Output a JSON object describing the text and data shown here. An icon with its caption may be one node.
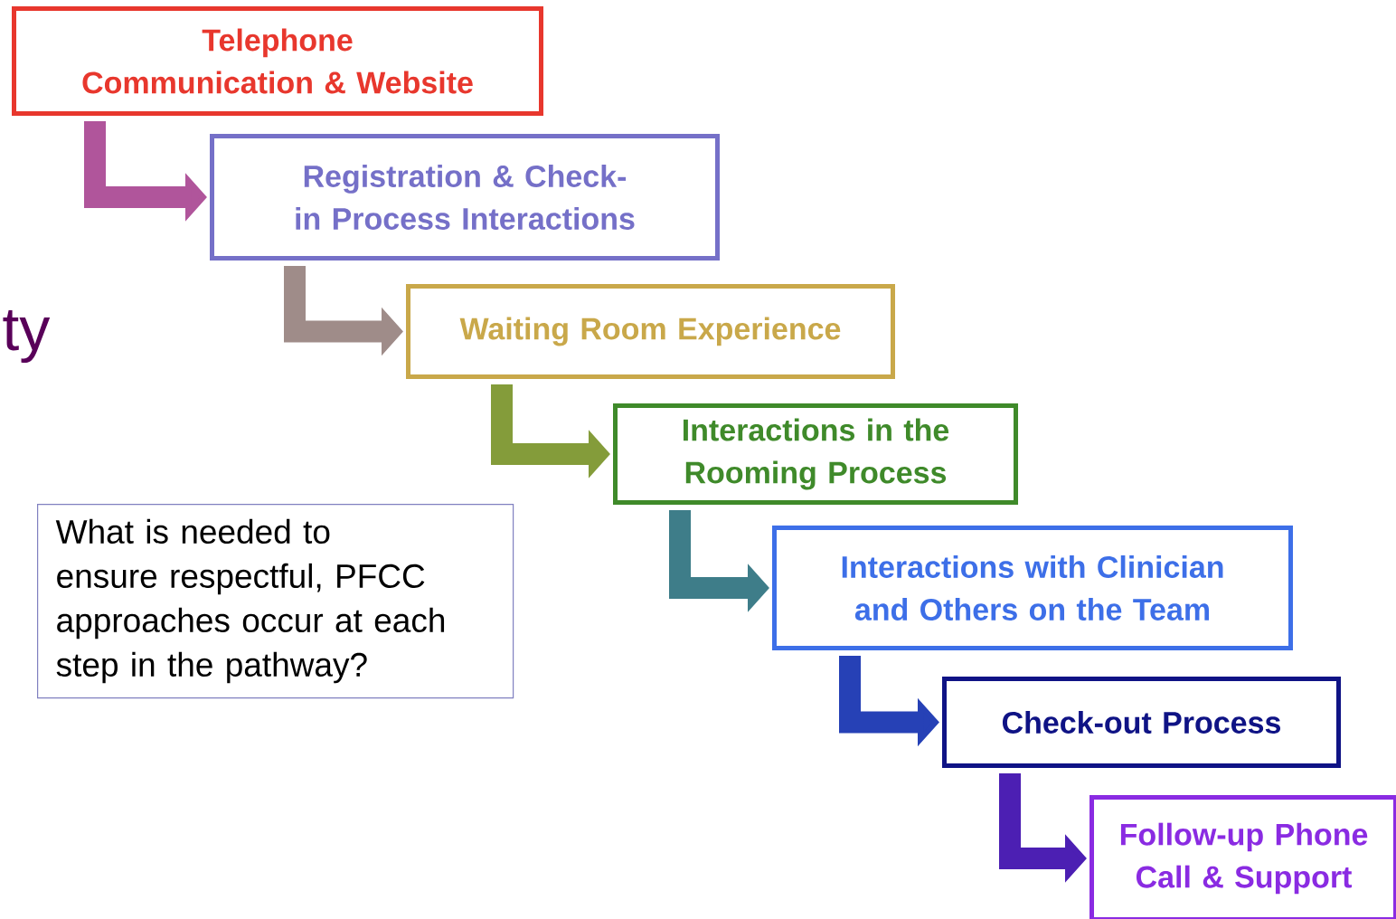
{
  "diagram": {
    "nodes": [
      {
        "text": [
          "Telephone Communication & Website"
        ]
      },
      {
        "text": [
          "Registration & Check-in Process Interactions"
        ]
      },
      {
        "text": [
          "Waiting Room Experience"
        ]
      },
      {
        "text": [
          "Interactions in the Rooming Process"
        ]
      },
      {
        "text": [
          "Interactions with Clinician and Others on the Team"
        ]
      },
      {
        "text": [
          "Check-out Process"
        ]
      },
      {
        "text": [
          "Follow-up Phone Call & Support"
        ]
      },
      {
        "text": [
          "What is needed to ensure respectful, PFCC approaches occur at each step in the pathway?"
        ]
      }
    ],
    "edges": [
      {
        "from": 0,
        "to": 1,
        "arrow": "to",
        "color": "#b0559b"
      },
      {
        "from": 1,
        "to": 2,
        "arrow": "to",
        "color": "#9f8c89"
      },
      {
        "from": 2,
        "to": 3,
        "arrow": "to",
        "color": "#849c3a"
      },
      {
        "from": 3,
        "to": 4,
        "arrow": "to",
        "color": "#3e7d89"
      },
      {
        "from": 4,
        "to": 5,
        "arrow": "to",
        "color": "#2641b6"
      },
      {
        "from": 5,
        "to": 6,
        "arrow": "to",
        "color": "#4c1fb3"
      }
    ],
    "labels": [
      "ty"
    ]
  }
}
